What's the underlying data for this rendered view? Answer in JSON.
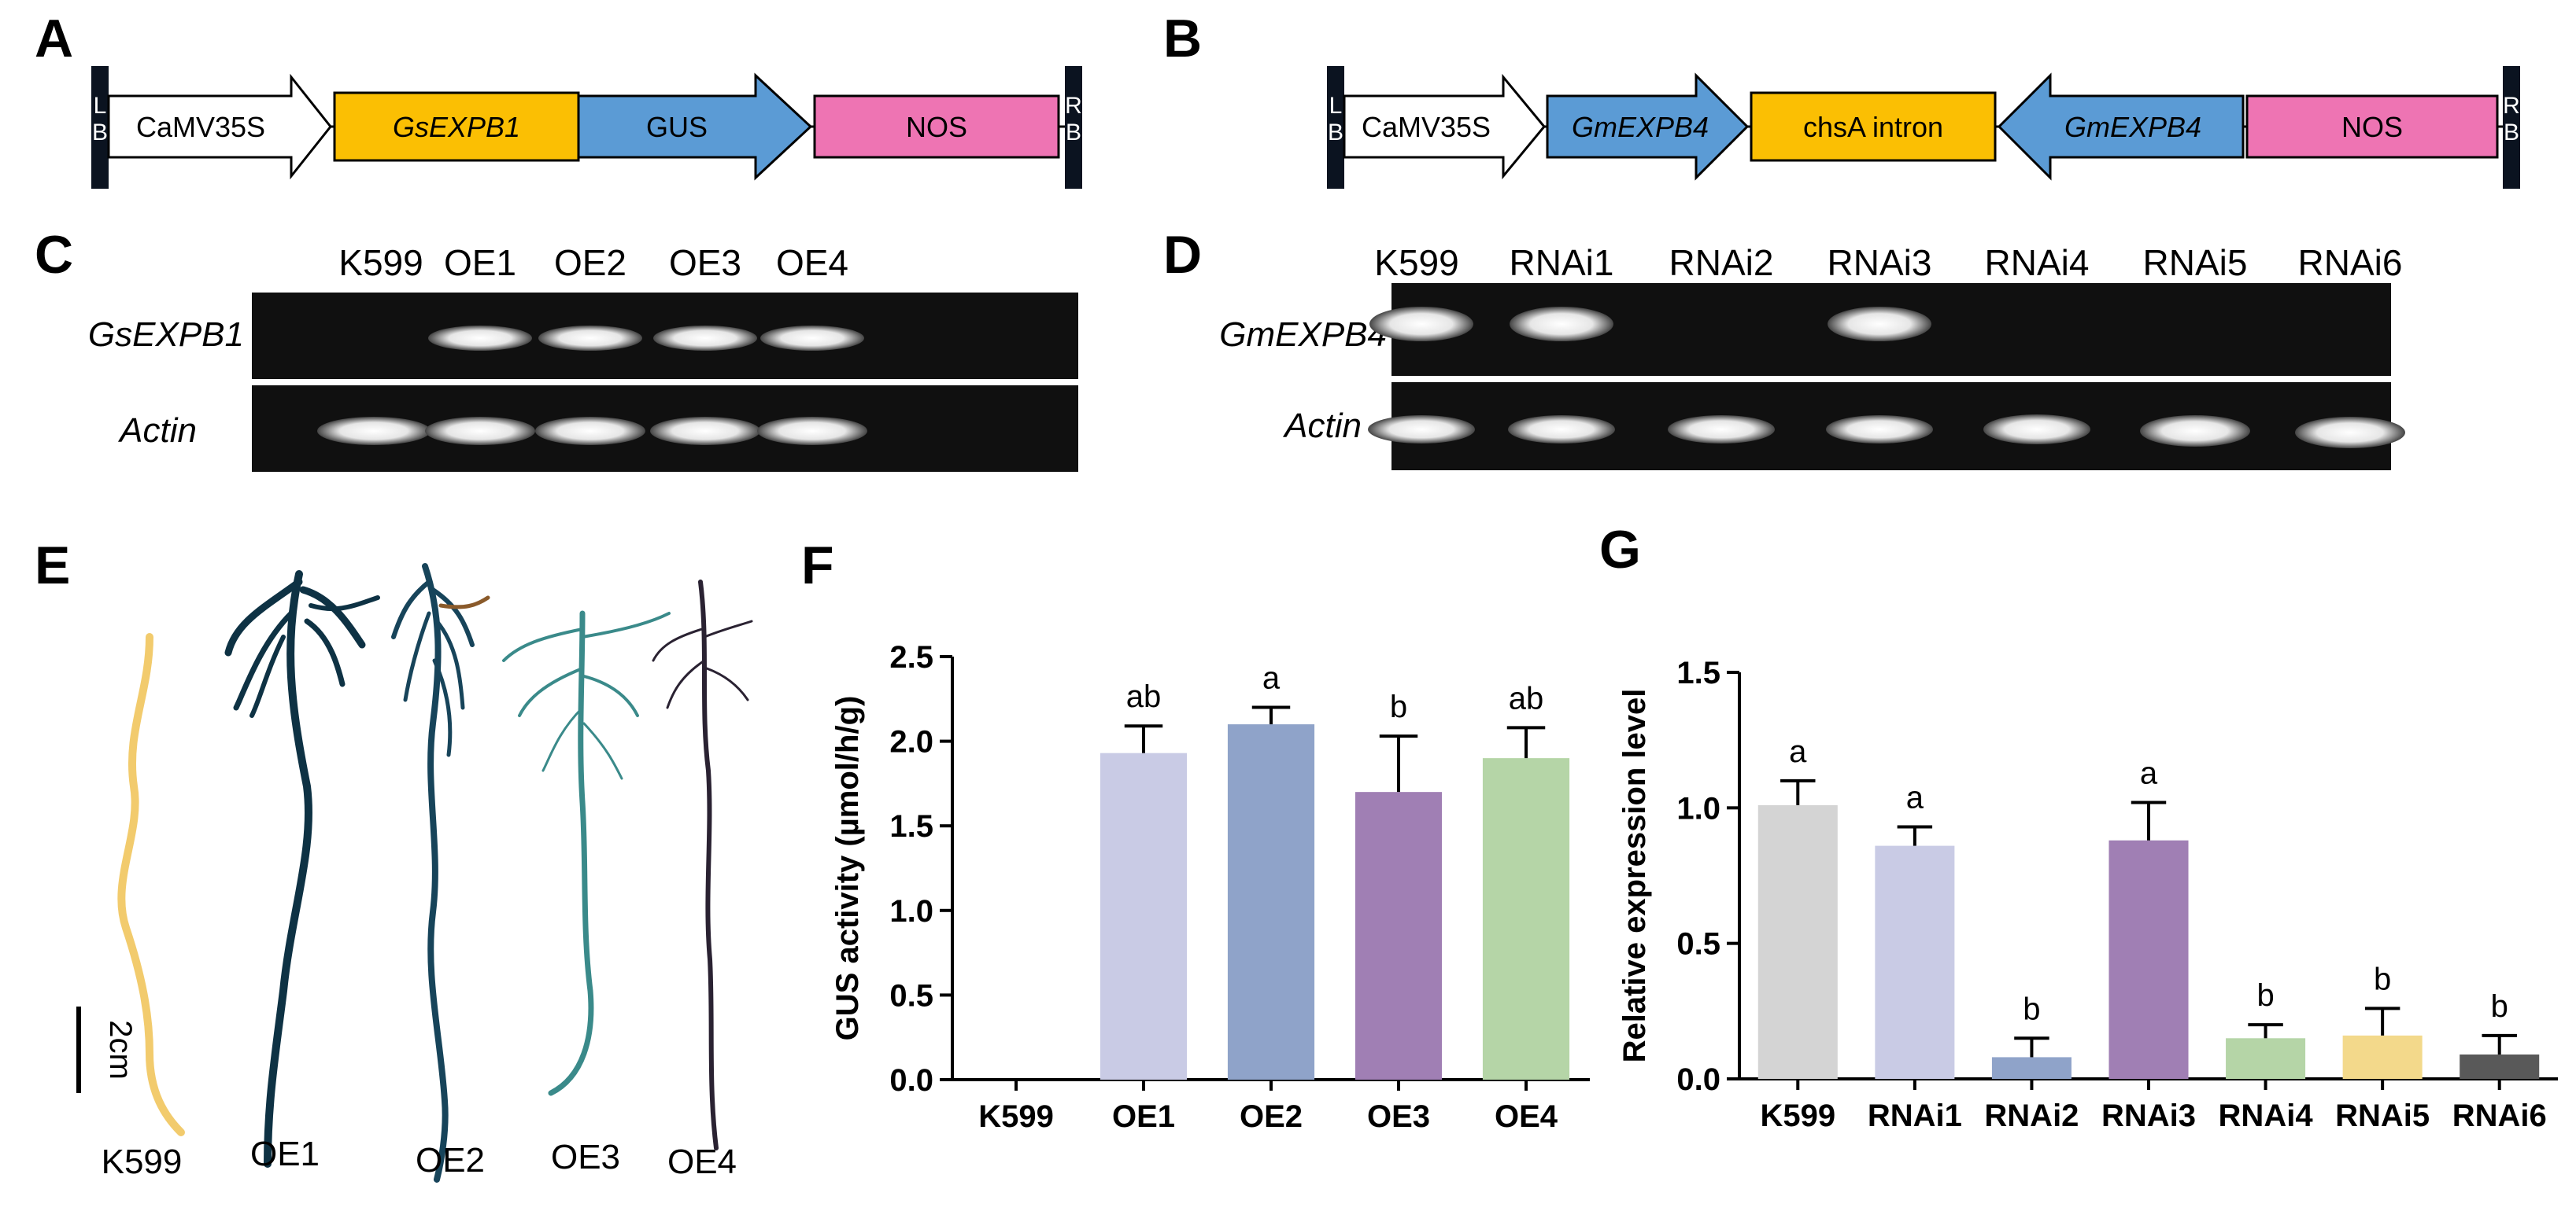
{
  "panels": {
    "A": {
      "letter": "A",
      "labels": {
        "lb": "L\nB",
        "rb": "R\nB"
      },
      "elements": [
        "CaMV35S",
        "GsEXPB1",
        "GUS",
        "NOS"
      ]
    },
    "B": {
      "letter": "B",
      "labels": {
        "lb": "L\nB",
        "rb": "R\nB"
      },
      "elements": [
        "CaMV35S",
        "GmEXPB4",
        "chsA intron",
        "GmEXPB4",
        "NOS"
      ]
    },
    "C": {
      "letter": "C",
      "lanes": [
        "K599",
        "OE1",
        "OE2",
        "OE3",
        "OE4"
      ],
      "rows": [
        "GsEXPB1",
        "Actin"
      ]
    },
    "D": {
      "letter": "D",
      "lanes": [
        "K599",
        "RNAi1",
        "RNAi2",
        "RNAi3",
        "RNAi4",
        "RNAi5",
        "RNAi6"
      ],
      "rows": [
        "GmEXPB4",
        "Actin"
      ]
    },
    "E": {
      "letter": "E",
      "scale_label": "2cm",
      "samples": [
        "K599",
        "OE1",
        "OE2",
        "OE3",
        "OE4"
      ]
    },
    "F": {
      "letter": "F"
    },
    "G": {
      "letter": "G"
    }
  },
  "colors": {
    "promoter": "#ffffff",
    "gene": "#fbbf03",
    "gus": "#5b9bd5",
    "nos": "#ee74b3",
    "k599": "#d4d4d4",
    "oe1": "#c9cbe5",
    "oe2": "#8fa3c9",
    "oe3": "#a07fb4",
    "oe4": "#b5d5a7",
    "rnai4": "#b5d5a7",
    "rnai5": "#f3d98b",
    "rnai6": "#595959"
  },
  "chart_data": [
    {
      "type": "bar",
      "ylabel": "GUS activity (µmol/h/g)",
      "categories": [
        "K599",
        "OE1",
        "OE2",
        "OE3",
        "OE4"
      ],
      "values": [
        0,
        1.93,
        2.1,
        1.7,
        1.9
      ],
      "errors": [
        0,
        0.16,
        0.1,
        0.33,
        0.18
      ],
      "sig_letters": [
        "",
        "ab",
        "a",
        "b",
        "ab"
      ],
      "colors": [
        "#d4d4d4",
        "#c9cbe5",
        "#8fa3c9",
        "#a07fb4",
        "#b5d5a7"
      ],
      "ylim": [
        0,
        2.5
      ],
      "yticks": [
        "0.0",
        "0.5",
        "1.0",
        "1.5",
        "2.0",
        "2.5"
      ]
    },
    {
      "type": "bar",
      "ylabel": "Relative expression level",
      "categories": [
        "K599",
        "RNAi1",
        "RNAi2",
        "RNAi3",
        "RNAi4",
        "RNAi5",
        "RNAi6"
      ],
      "values": [
        1.01,
        0.86,
        0.08,
        0.88,
        0.15,
        0.16,
        0.09
      ],
      "errors": [
        0.09,
        0.07,
        0.07,
        0.14,
        0.05,
        0.1,
        0.07
      ],
      "sig_letters": [
        "a",
        "a",
        "b",
        "a",
        "b",
        "b",
        "b"
      ],
      "colors": [
        "#d4d4d4",
        "#c9cbe5",
        "#8fa3c9",
        "#a07fb4",
        "#b5d5a7",
        "#f3d98b",
        "#595959"
      ],
      "ylim": [
        0,
        1.5
      ],
      "yticks": [
        "0.0",
        "0.5",
        "1.0",
        "1.5"
      ]
    }
  ]
}
